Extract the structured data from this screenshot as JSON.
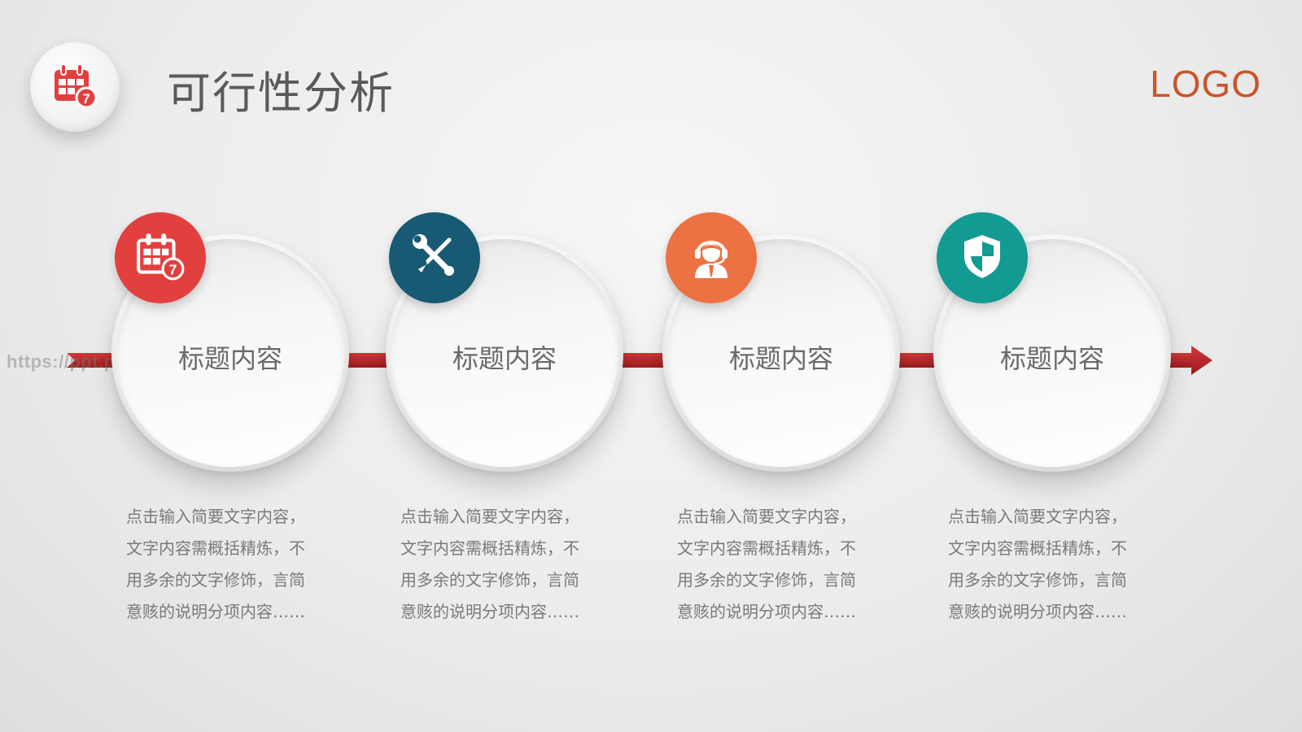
{
  "header": {
    "title": "可行性分析",
    "logo": "LOGO",
    "icon": "calendar-icon"
  },
  "colors": {
    "accent_red": "#e2403f",
    "accent_blue": "#185a73",
    "accent_orange": "#ec7243",
    "accent_teal": "#139a92",
    "timeline": "#c0292b",
    "logo": "#c8552c"
  },
  "watermark": "https://ppt.pkll.c",
  "steps": [
    {
      "title": "标题内容",
      "icon": "calendar-icon",
      "color": "#e2403f",
      "desc": [
        "点击输入简要文字内容，",
        "文字内容需概括精炼，不",
        "用多余的文字修饰，言简",
        "意赅的说明分项内容……"
      ]
    },
    {
      "title": "标题内容",
      "icon": "tools-icon",
      "color": "#185a73",
      "desc": [
        "点击输入简要文字内容，",
        "文字内容需概括精炼，不",
        "用多余的文字修饰，言简",
        "意赅的说明分项内容……"
      ]
    },
    {
      "title": "标题内容",
      "icon": "support-agent-icon",
      "color": "#ec7243",
      "desc": [
        "点击输入简要文字内容，",
        "文字内容需概括精炼，不",
        "用多余的文字修饰，言简",
        "意赅的说明分项内容……"
      ]
    },
    {
      "title": "标题内容",
      "icon": "shield-icon",
      "color": "#139a92",
      "desc": [
        "点击输入简要文字内容，",
        "文字内容需概括精炼，不",
        "用多余的文字修饰，言简",
        "意赅的说明分项内容……"
      ]
    }
  ]
}
